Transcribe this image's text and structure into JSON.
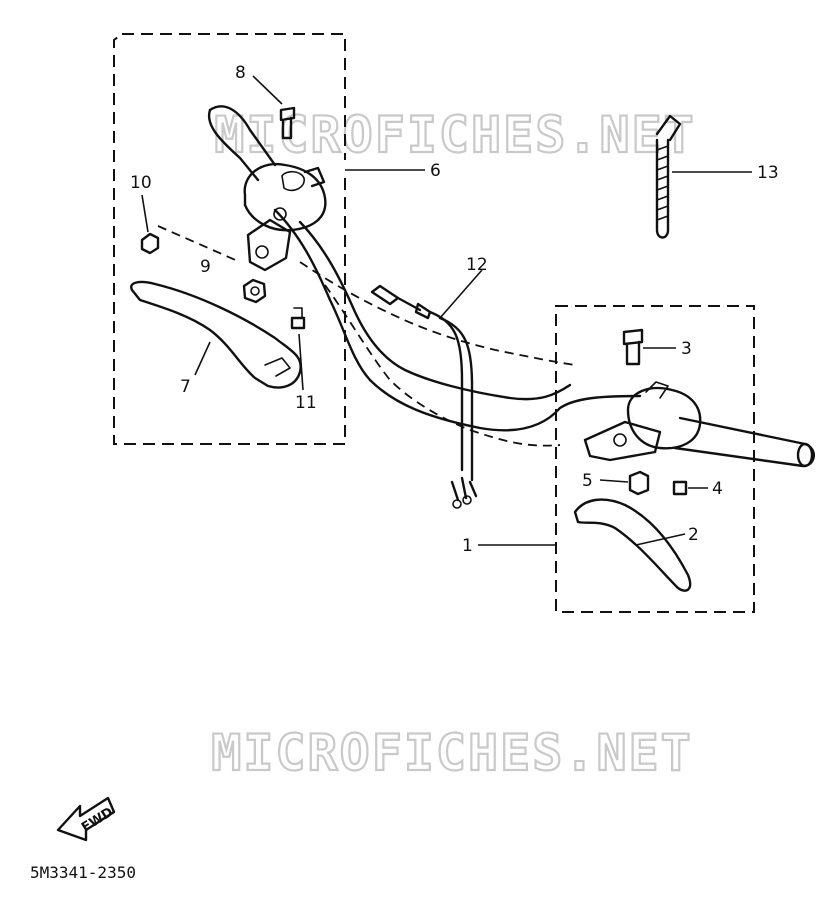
{
  "watermark": {
    "text": "MICROFICHES.NET"
  },
  "callouts": {
    "c1": "1",
    "c2": "2",
    "c3": "3",
    "c4": "4",
    "c5": "5",
    "c6": "6",
    "c7": "7",
    "c8": "8",
    "c9": "9",
    "c10": "10",
    "c11": "11",
    "c12": "12",
    "c13": "13"
  },
  "forward_label": "FWD",
  "diagram_code": "5M3341-2350"
}
